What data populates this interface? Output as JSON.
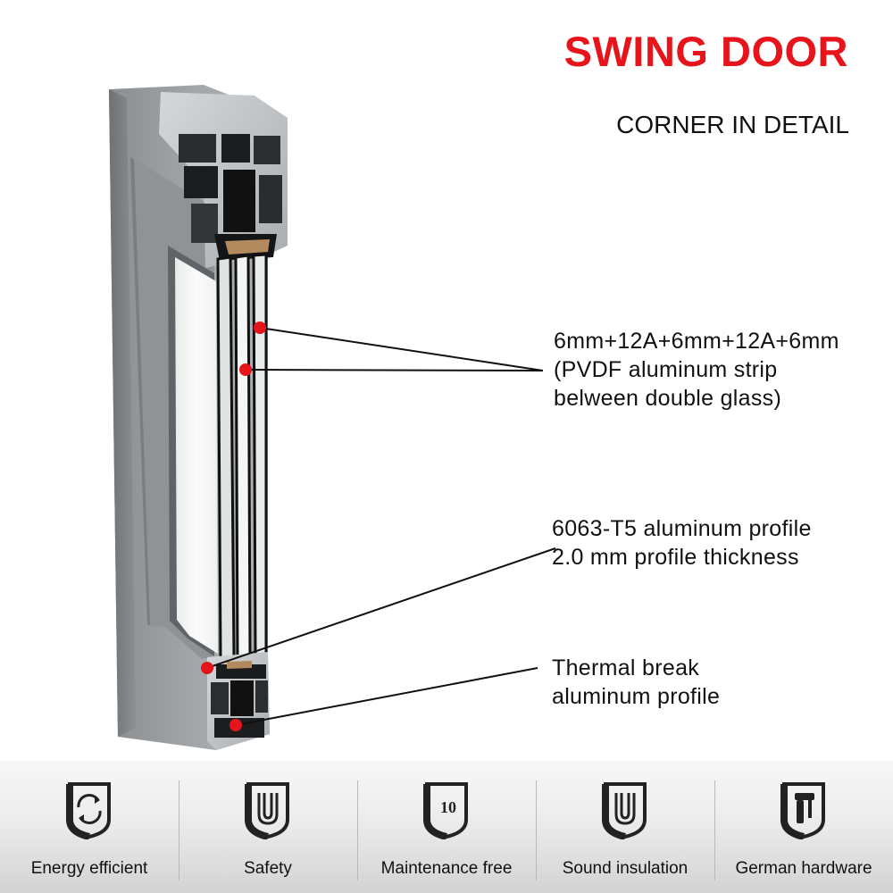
{
  "header": {
    "title": "SWING DOOR",
    "subtitle": "CORNER IN DETAIL",
    "title_color": "#e8141c"
  },
  "callouts": [
    {
      "lines": [
        "6mm+12A+6mm+12A+6mm",
        "(PVDF aluminum strip",
        "belween double glass)"
      ]
    },
    {
      "lines": [
        "6063-T5 aluminum profile",
        "2.0 mm profile thickness"
      ]
    },
    {
      "lines": [
        "Thermal break",
        "aluminum profile"
      ]
    }
  ],
  "marker_color": "#e8141c",
  "features": [
    {
      "label": "Energy efficient",
      "icon": "energy-cycle-icon"
    },
    {
      "label": "Safety",
      "icon": "safety-shield-icon"
    },
    {
      "label": "Maintenance free",
      "icon": "maintenance-10-icon",
      "icon_text": "10"
    },
    {
      "label": "Sound insulation",
      "icon": "sound-shield-icon"
    },
    {
      "label": "German hardware",
      "icon": "door-handle-icon"
    }
  ]
}
